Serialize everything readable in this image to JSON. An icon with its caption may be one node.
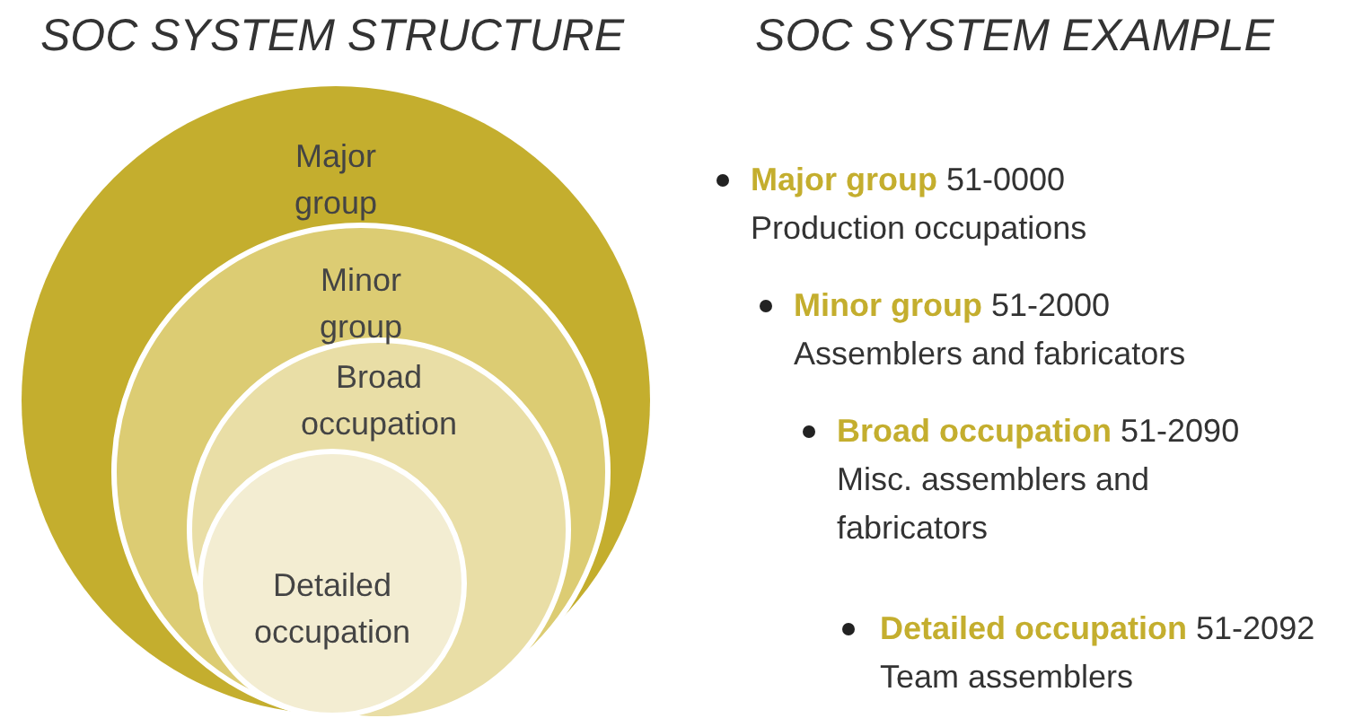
{
  "diagram": {
    "nodes": [
      {
        "text": [
          "Major group"
        ]
      },
      {
        "text": [
          "Minor group"
        ],
        "in": 0
      },
      {
        "text": [
          "Broad occupation"
        ],
        "in": 1
      },
      {
        "text": [
          "Detailed occupation"
        ],
        "in": 2
      }
    ],
    "labels": [
      "SOC SYSTEM STRUCTURE",
      "SOC SYSTEM EXAMPLE",
      "**Major group** 51-0000 Production occupations",
      "**Minor group** 51-2000 Assemblers and fabricators",
      "**Broad occupation** 51-2090 Misc. assemblers and fabricators",
      "**Detailed occupation** 51-2092 Team assemblers"
    ]
  }
}
